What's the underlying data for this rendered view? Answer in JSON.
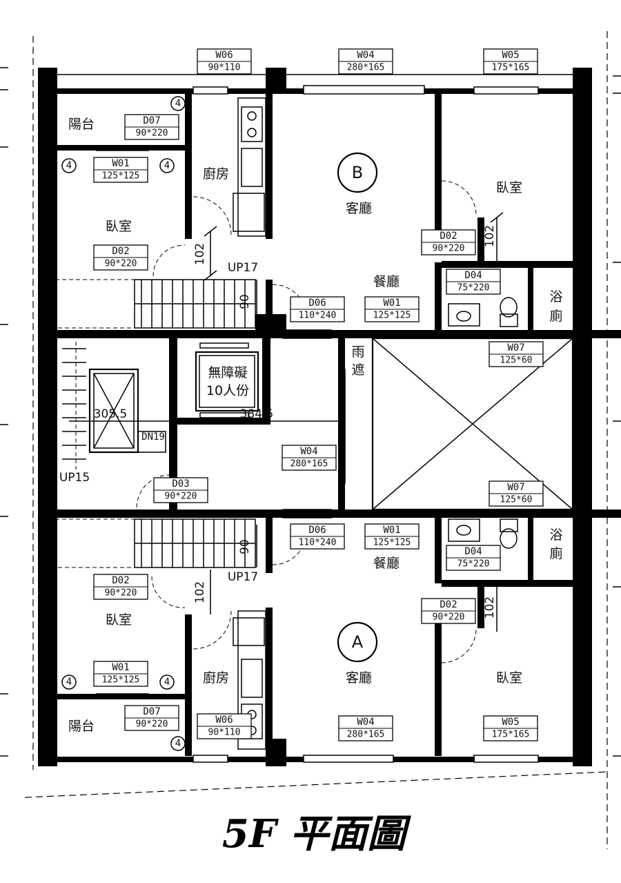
{
  "title": "5F  平面圖",
  "units": {
    "upper": {
      "circle": "B",
      "living": "客廳",
      "dining": "餐廳",
      "kitchen": "廚房",
      "balcony": "陽台",
      "bath": [
        "浴",
        "廁"
      ],
      "bedroom_left": "臥室",
      "bedroom_right": "臥室"
    },
    "lower": {
      "circle": "A",
      "living": "客廳",
      "dining": "餐廳",
      "kitchen": "廚房",
      "balcony": "陽台",
      "bath": [
        "浴",
        "廁"
      ],
      "bedroom_left": "臥室",
      "bedroom_right": "臥室"
    }
  },
  "core": {
    "elevator": [
      "無障礙",
      "10人份"
    ],
    "canopy": [
      "雨",
      "遮"
    ],
    "dim_left": "305.5",
    "dim_right": "384.5",
    "dn": "DN19",
    "up15": "UP15",
    "up17": "UP17"
  },
  "openings_upper": [
    {
      "code": "W06",
      "size": "90*110"
    },
    {
      "code": "W04",
      "size": "280*165"
    },
    {
      "code": "W05",
      "size": "175*165"
    },
    {
      "code": "D07",
      "size": "90*220"
    },
    {
      "code": "W01",
      "size": "125*125"
    },
    {
      "code": "D02",
      "size": "90*220"
    },
    {
      "code": "D02",
      "size": "90*220"
    },
    {
      "code": "D04",
      "size": "75*220"
    },
    {
      "code": "D06",
      "size": "110*240"
    },
    {
      "code": "W01",
      "size": "125*125"
    }
  ],
  "openings_core": [
    {
      "code": "W07",
      "size": "125*60"
    },
    {
      "code": "W07",
      "size": "125*60"
    },
    {
      "code": "W04",
      "size": "280*165"
    },
    {
      "code": "D03",
      "size": "90*220"
    }
  ],
  "openings_lower": [
    {
      "code": "D06",
      "size": "110*240"
    },
    {
      "code": "W01",
      "size": "125*125"
    },
    {
      "code": "D04",
      "size": "75*220"
    },
    {
      "code": "D02",
      "size": "90*220"
    },
    {
      "code": "D02",
      "size": "90*220"
    },
    {
      "code": "W01",
      "size": "125*125"
    },
    {
      "code": "D07",
      "size": "90*220"
    },
    {
      "code": "W06",
      "size": "90*110"
    },
    {
      "code": "W04",
      "size": "280*165"
    },
    {
      "code": "W05",
      "size": "175*165"
    }
  ],
  "dims": {
    "d102": "102",
    "d90": "90",
    "mark4": "4"
  }
}
